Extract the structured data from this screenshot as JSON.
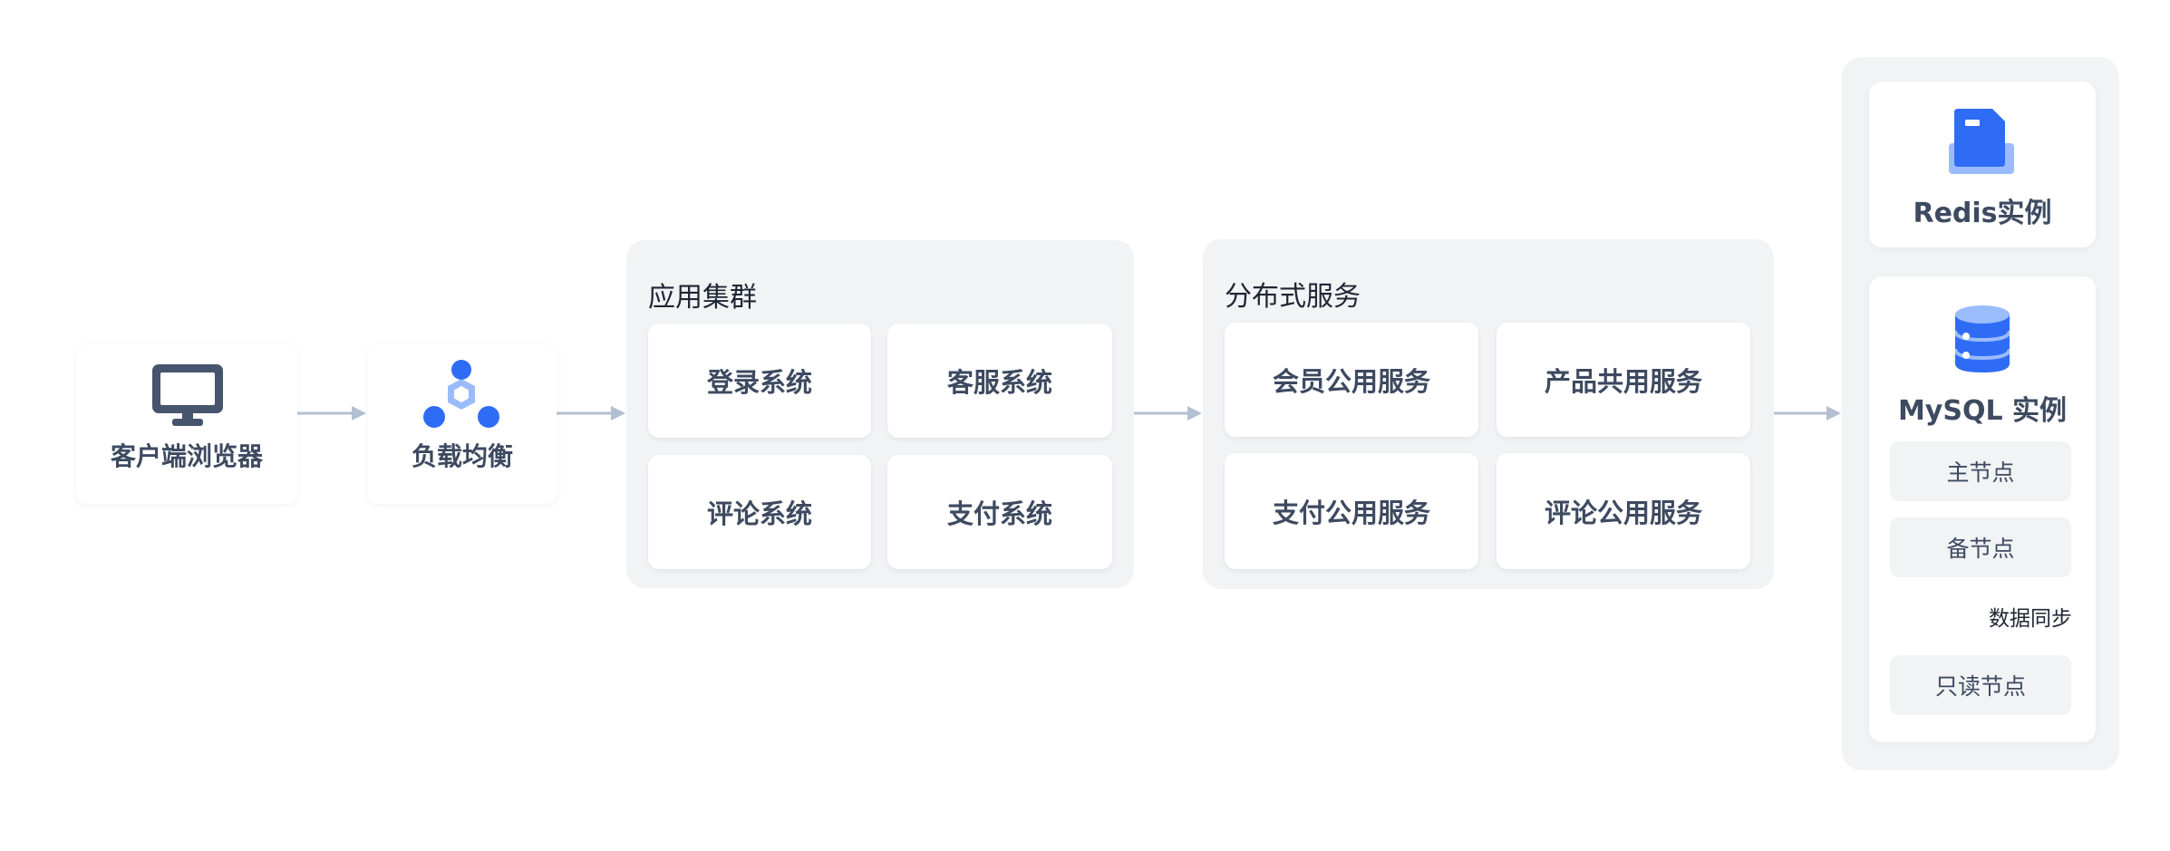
{
  "nodes": {
    "browser": "客户端浏览器",
    "load_balancer": "负载均衡"
  },
  "app_cluster": {
    "title": "应用集群",
    "services": [
      "登录系统",
      "客服系统",
      "评论系统",
      "支付系统"
    ]
  },
  "distributed": {
    "title": "分布式服务",
    "services": [
      "会员公用服务",
      "产品共用服务",
      "支付公用服务",
      "评论公用服务"
    ]
  },
  "storage": {
    "redis": "Redis实例",
    "mysql": "MySQL 实例",
    "master": "主节点",
    "standby": "备节点",
    "sync": "数据同步",
    "readonly": "只读节点"
  },
  "colors": {
    "arrow": "#b4bfd1",
    "icon_dark": "#46546e",
    "accent_blue": "#2f6cf6",
    "accent_light": "#9bbcfa",
    "panel_bg": "#f2f3f5"
  },
  "icons": [
    "monitor-icon",
    "load-balancer-icon",
    "redis-icon",
    "database-icon"
  ]
}
